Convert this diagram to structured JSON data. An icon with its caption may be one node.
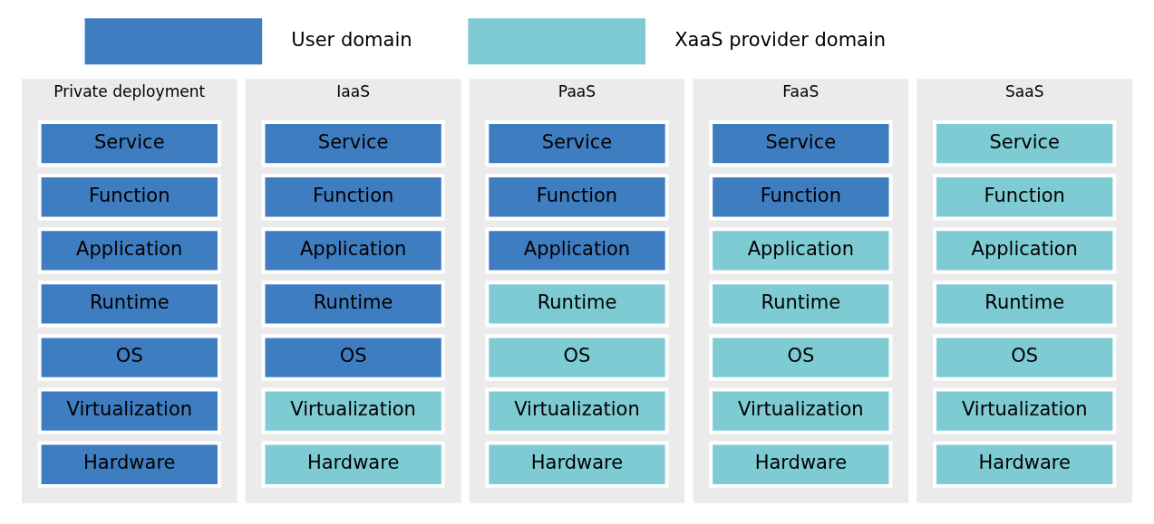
{
  "diagram": {
    "nodes": [
      {
        "text": [
          "Private deployment"
        ]
      },
      {
        "text": [
          "Service"
        ],
        "in": 0
      },
      {
        "text": [
          "Function"
        ],
        "in": 0
      },
      {
        "text": [
          "Application"
        ],
        "in": 0
      },
      {
        "text": [
          "Runtime"
        ],
        "in": 0
      },
      {
        "text": [
          "OS"
        ],
        "in": 0
      },
      {
        "text": [
          "Virtualization"
        ],
        "in": 0
      },
      {
        "text": [
          "Hardware"
        ],
        "in": 0
      },
      {
        "text": [
          "IaaS"
        ]
      },
      {
        "text": [
          "Service"
        ],
        "in": 8
      },
      {
        "text": [
          "Function"
        ],
        "in": 8
      },
      {
        "text": [
          "Application"
        ],
        "in": 8
      },
      {
        "text": [
          "Runtime"
        ],
        "in": 8
      },
      {
        "text": [
          "OS"
        ],
        "in": 8
      },
      {
        "text": [
          "Virtualization"
        ],
        "in": 8
      },
      {
        "text": [
          "Hardware"
        ],
        "in": 8
      },
      {
        "text": [
          "PaaS"
        ]
      },
      {
        "text": [
          "Service"
        ],
        "in": 16
      },
      {
        "text": [
          "Function"
        ],
        "in": 16
      },
      {
        "text": [
          "Application"
        ],
        "in": 16
      },
      {
        "text": [
          "Runtime"
        ],
        "in": 16
      },
      {
        "text": [
          "OS"
        ],
        "in": 16
      },
      {
        "text": [
          "Virtualization"
        ],
        "in": 16
      },
      {
        "text": [
          "Hardware"
        ],
        "in": 16
      },
      {
        "text": [
          "FaaS"
        ]
      },
      {
        "text": [
          "Service"
        ],
        "in": 24
      },
      {
        "text": [
          "Function"
        ],
        "in": 24
      },
      {
        "text": [
          "Application"
        ],
        "in": 24
      },
      {
        "text": [
          "Runtime"
        ],
        "in": 24
      },
      {
        "text": [
          "OS"
        ],
        "in": 24
      },
      {
        "text": [
          "Virtualization"
        ],
        "in": 24
      },
      {
        "text": [
          "Hardware"
        ],
        "in": 24
      },
      {
        "text": [
          "SaaS"
        ]
      },
      {
        "text": [
          "Service"
        ],
        "in": 32
      },
      {
        "text": [
          "Function"
        ],
        "in": 32
      },
      {
        "text": [
          "Application"
        ],
        "in": 32
      },
      {
        "text": [
          "Runtime"
        ],
        "in": 32
      },
      {
        "text": [
          "OS"
        ],
        "in": 32
      },
      {
        "text": [
          "Virtualization"
        ],
        "in": 32
      },
      {
        "text": [
          "Hardware"
        ],
        "in": 32
      }
    ],
    "edges": [],
    "legend": [
      {
        "text": "User domain",
        "color": "#3f7dc1"
      },
      {
        "text": "XaaS provider domain",
        "color": "#7ecbd3"
      }
    ]
  }
}
